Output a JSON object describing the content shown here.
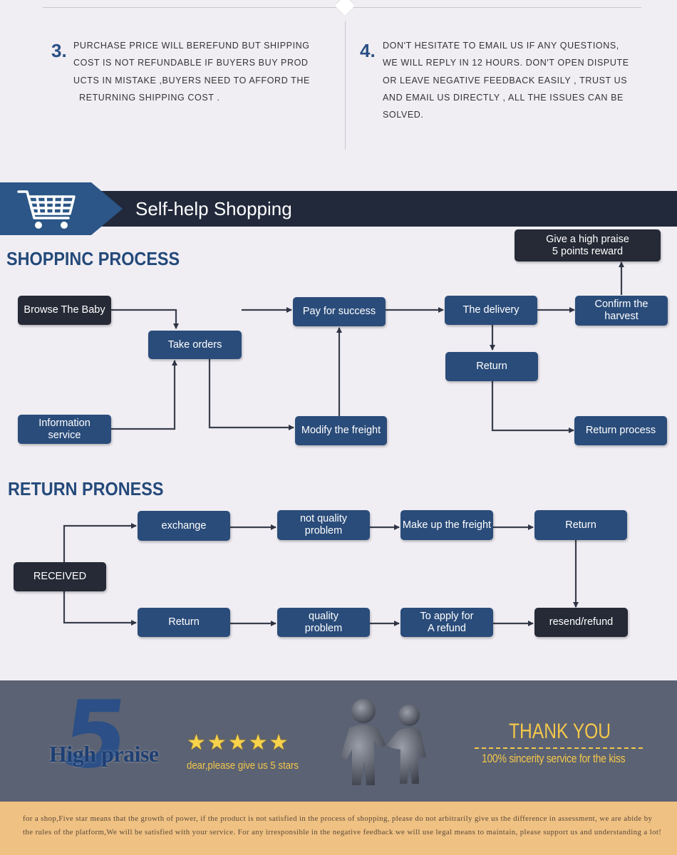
{
  "notes": {
    "note3": {
      "number": "3.",
      "lines": [
        "PURCHASE  PRICE  WILL  BEREFUND  BUT  SHIPPING",
        "COST  IS  NOT  REFUNDABLE  IF  BUYERS  BUY  PROD",
        "UCTS  IN  MISTAKE  ,BUYERS  NEED  TO  AFFORD  THE",
        "RETURNING  SHIPPING  COST  ."
      ]
    },
    "note4": {
      "number": "4.",
      "lines": [
        "DON'T  HESITATE  TO  EMAIL  US  IF  ANY  QUESTIONS,",
        "WE  WILL  REPLY  IN  12  HOURS.  DON'T  OPEN  DISPUTE",
        "OR  LEAVE  NEGATIVE  FEEDBACK  EASILY  ,  TRUST  US",
        "AND  EMAIL  US  DIRECTLY  ,  ALL  THE  ISSUES  CAN  BE",
        "SOLVED."
      ]
    }
  },
  "banner": {
    "title": "Self-help Shopping",
    "icon": "shopping-cart-icon"
  },
  "shopping_process": {
    "title": "SHOPPINC PROCESS",
    "steps": {
      "browse": "Browse The Baby",
      "info": "Information\nservice",
      "take_orders": "Take orders",
      "pay": "Pay for success",
      "modify": "Modify the freight",
      "delivery": "The delivery",
      "return": "Return",
      "confirm": "Confirm the\nharvest",
      "praise": "Give a high praise\n5 points reward",
      "return_process": "Return process"
    }
  },
  "return_process": {
    "title": "RETURN  PRONESS",
    "steps": {
      "received": "RECEIVED",
      "exchange": "exchange",
      "not_quality": "not quality\nproblem",
      "makeup": "Make up the freight",
      "return_top": "Return",
      "return_bottom": "Return",
      "quality": "quality\nproblem",
      "apply": "To apply for\nA refund",
      "resend": "resend/refund"
    }
  },
  "praise_band": {
    "big_number": "5",
    "high_praise": "High praise",
    "stars": 5,
    "stars_caption": "dear,please give us 5 stars",
    "thank_you": "THANK YOU",
    "tagline": "100% sincerity service for the kiss"
  },
  "footer": {
    "text": "for a shop,Five star  means that the growth of power,  if the product is not satisfied  in the process of shopping, please do not arbitrarily give us the difference in assessment, we are abide by the rules of the platform,We will be satisfied with your service. For any irresponsible in the negative feedback we will use legal means to maintain, please  support  us and understanding a lot!"
  },
  "colors": {
    "box_blue": "#2a4c7a",
    "box_dark": "#262a36",
    "title_blue": "#24497a",
    "banner": "#22293b",
    "accent_blue": "#2b5687",
    "gold": "#f4c74a",
    "footer": "#efc183"
  }
}
